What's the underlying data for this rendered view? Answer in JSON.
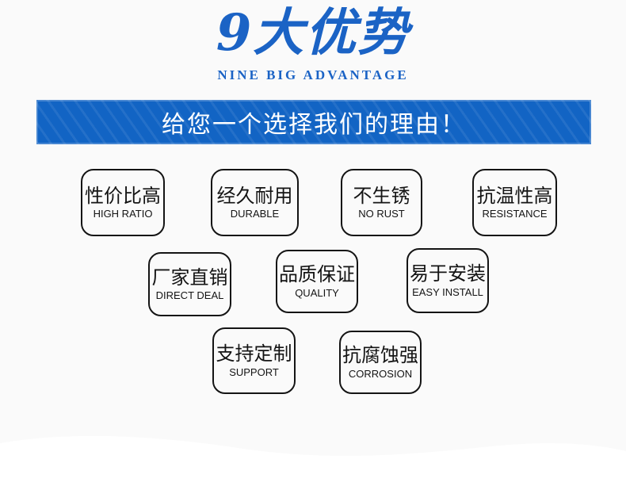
{
  "colors": {
    "page_bg": "#fafafa",
    "title_blue": "#1b63c5",
    "banner_blue": "#1264c4",
    "banner_text": "#ffffff"
  },
  "header": {
    "title": "9大优势",
    "subtitle": "NINE BIG ADVANTAGE"
  },
  "banner": {
    "text": "给您一个选择我们的理由！"
  },
  "advantages": [
    {
      "cn": "性价比高",
      "en": "HIGH RATIO"
    },
    {
      "cn": "经久耐用",
      "en": "DURABLE"
    },
    {
      "cn": "不生锈",
      "en": "NO RUST"
    },
    {
      "cn": "抗温性高",
      "en": "RESISTANCE"
    },
    {
      "cn": "厂家直销",
      "en": "DIRECT DEAL"
    },
    {
      "cn": "品质保证",
      "en": "QUALITY"
    },
    {
      "cn": "易于安装",
      "en": "EASY INSTALL"
    },
    {
      "cn": "支持定制",
      "en": "SUPPORT"
    },
    {
      "cn": "抗腐蚀强",
      "en": "CORROSION"
    }
  ]
}
